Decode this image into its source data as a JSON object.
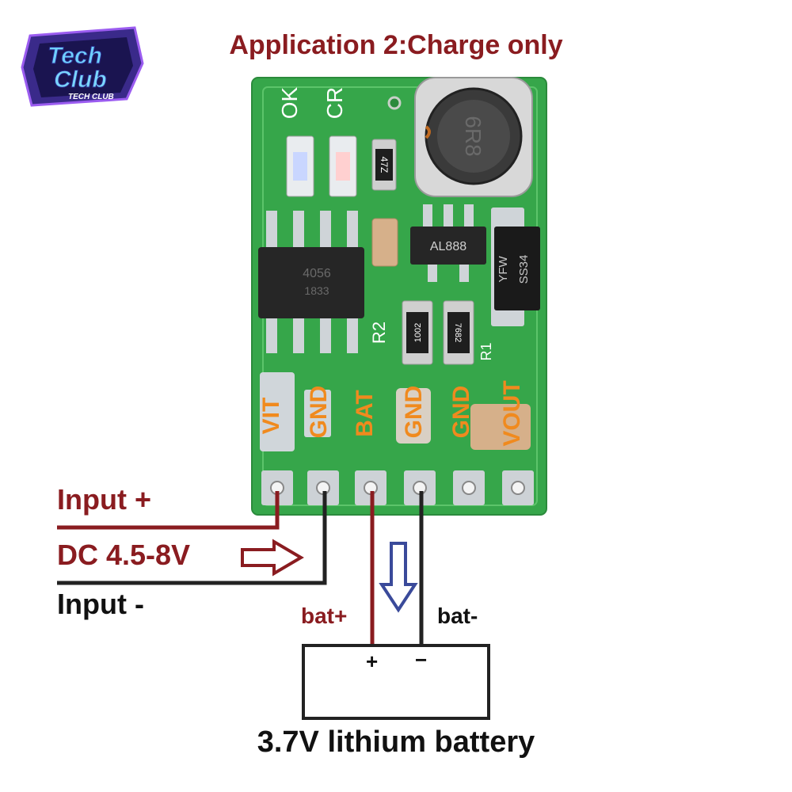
{
  "title": "Application 2:Charge only",
  "logo": {
    "line1": "Tech",
    "line2": "Club",
    "line3": "TECH CLUB"
  },
  "board": {
    "led_labels": [
      "OK",
      "CR"
    ],
    "resistor_r1": "47Z",
    "ic_charger": "4056",
    "ic_charger_code": "1833",
    "ic_booster": "AL888",
    "diode": [
      "YFW",
      "SS34"
    ],
    "inductor": "6R8",
    "res_1002": "1002",
    "res_7682": "7682",
    "silk_r2": "R2",
    "silk_r1": "R1",
    "pins": [
      "VIT",
      "GND",
      "BAT",
      "GND",
      "GND",
      "VOUT"
    ]
  },
  "labels": {
    "input_plus": "Input +",
    "dc_range": "DC 4.5-8V",
    "input_minus": "Input -",
    "bat_plus": "bat+",
    "bat_minus": "bat-",
    "battery_plus": "+",
    "battery_minus": "−",
    "battery_name": "3.7V lithium battery"
  },
  "colors": {
    "wire_positive": "#8a1c20",
    "wire_negative": "#222222",
    "arrow_down": "#3a4a9a",
    "pcb": "#36a64a",
    "pin_text": "#f08a1e"
  }
}
